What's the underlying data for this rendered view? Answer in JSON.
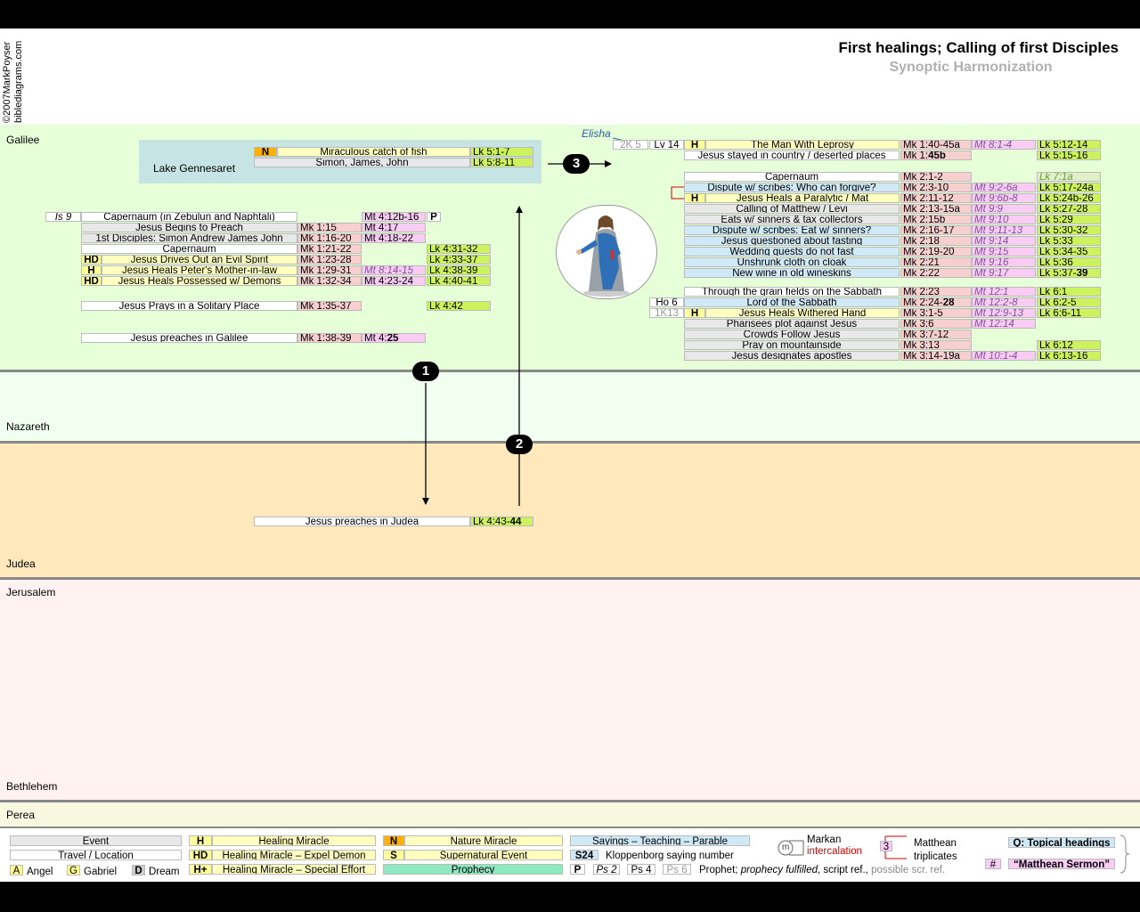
{
  "header": {
    "title": "First healings; Calling of first Disciples",
    "subtitle": "Synoptic Harmonization",
    "copyright_line1": "©2007MarkPoyser",
    "copyright_line2": "biblediagrams.com"
  },
  "regions": {
    "galilee": "Galilee",
    "nazareth": "Nazareth",
    "judea": "Judea",
    "jerusalem": "Jerusalem",
    "bethlehem": "Bethlehem",
    "perea": "Perea"
  },
  "colors": {
    "galilee": "#e7ffd9",
    "nazareth": "#f0fff0",
    "judea": "#ffe8bc",
    "jerusalem": "#fff2f0",
    "bethlehem": "#fff2f0",
    "perea": "#f8f8e0",
    "lake": "#c6e4e4",
    "mark": "#f8cfcf",
    "matthew": "#f9cdf3",
    "luke": "#ccf25e"
  },
  "lake": {
    "label": "Lake Gennesaret",
    "rows": [
      {
        "tag": "N",
        "event": "Miraculous catch of fish",
        "lk": "Lk 5:1-7"
      },
      {
        "event": "Simon, James, John",
        "lk": "Lk 5:8-11"
      }
    ]
  },
  "left_block": {
    "is9": "Is 9",
    "p_tag": "P",
    "rows": [
      {
        "event": "Capernaum (in Zebulun and Naphtali)",
        "mt": "Mt 4:12b-16"
      },
      {
        "event": "Jesus Begins to Preach",
        "mk": "Mk 1:15",
        "mt": "Mt 4:17"
      },
      {
        "event": "1st Disciples: Simon Andrew James John",
        "mk": "Mk 1:16-20",
        "mt": "Mt 4:18-22"
      },
      {
        "event": "Capernaum",
        "mk": "Mk 1:21-22",
        "lk": "Lk 4:31-32"
      },
      {
        "tag": "HD",
        "event": "Jesus Drives Out an Evil Spirit",
        "mk": "Mk 1:23-28",
        "lk": "Lk 4:33-37"
      },
      {
        "tag": "H",
        "event": "Jesus Heals Peter's Mother-in-law",
        "mk": "Mk 1:29-31",
        "mt": "Mt 8:14-15",
        "lk": "Lk 4:38-39"
      },
      {
        "tag": "HD",
        "event": "Jesus Heals Possessed w/ Demons",
        "mk": "Mk 1:32-34",
        "mt": "Mt 4:23-24",
        "lk": "Lk 4:40-41"
      }
    ],
    "prays": {
      "event": "Jesus Prays in a Solitary Place",
      "mk": "Mk 1:35-37",
      "lk": "Lk 4:42"
    },
    "preaches_galilee": {
      "event": "Jesus preaches in Galilee",
      "mk": "Mk 1:38-39",
      "mt_a": "Mt 4:",
      "mt_b": "25"
    }
  },
  "judea_row": {
    "event": "Jesus preaches in Judea",
    "lk_a": "Lk 4:43-",
    "lk_b": "44"
  },
  "markers": [
    "1",
    "2",
    "3"
  ],
  "right_block": {
    "elisha": "Elisha",
    "k2_5": "2K 5",
    "lv14": "Lv 14",
    "ho6": "Ho 6",
    "k1_13": "1K13",
    "leprosy": [
      {
        "tag": "H",
        "event": "The Man With Leprosy",
        "mk": "Mk 1:40-45a",
        "mt": "Mt 8:1-4",
        "lk": "Lk 5:12-14"
      },
      {
        "event": "Jesus stayed in country / deserted places",
        "mk_a": "Mk 1:",
        "mk_b": "45b",
        "lk": "Lk 5:15-16"
      }
    ],
    "capernaum": [
      {
        "event": "Capernaum",
        "mk": "Mk 2:1-2",
        "lk": "Lk 7:1a"
      },
      {
        "event": "Dispute w/ scribes: Who can forgive?",
        "mk": "Mk 2:3-10",
        "mt": "Mt 9:2-6a",
        "lk": "Lk 5:17-24a"
      },
      {
        "tag": "H",
        "event": "Jesus Heals a Paralytic / Mat",
        "mk": "Mk 2:11-12",
        "mt": "Mt 9:6b-8",
        "lk": "Lk 5:24b-26"
      },
      {
        "event": "Calling of Matthew / Levi",
        "mk": "Mk 2:13-15a",
        "mt": "Mt 9:9",
        "lk": "Lk 5:27-28"
      },
      {
        "event": "Eats w/ sinners & tax collectors",
        "mk": "Mk 2:15b",
        "mt": "Mt 9:10",
        "lk": "Lk 5:29"
      },
      {
        "event": "Dispute w/ scribes: Eat w/ sinners?",
        "mk": "Mk 2:16-17",
        "mt": "Mt 9:11-13",
        "lk": "Lk 5:30-32"
      },
      {
        "event": "Jesus questioned about fasting",
        "mk": "Mk 2:18",
        "mt": "Mt 9:14",
        "lk": "Lk 5:33"
      },
      {
        "event": "Wedding guests do not fast",
        "mk": "Mk 2:19-20",
        "mt": "Mt 9:15",
        "lk": "Lk 5:34-35"
      },
      {
        "event": "Unshrunk cloth on cloak",
        "mk": "Mk 2:21",
        "mt": "Mt 9:16",
        "lk": "Lk 5:36"
      },
      {
        "event": "New wine in old wineskins",
        "mk": "Mk 2:22",
        "mt": "Mt 9:17",
        "lk_a": "Lk 5:37-",
        "lk_b": "39"
      }
    ],
    "sabbath": [
      {
        "event": "Through the grain fields on the Sabbath",
        "mk": "Mk 2:23",
        "mt": "Mt 12:1",
        "lk": "Lk 6:1"
      },
      {
        "event": "Lord of the Sabbath",
        "mk_a": "Mk 2:24-",
        "mk_b": "28",
        "mt": "Mt 12:2-8",
        "lk": "Lk 6:2-5"
      },
      {
        "tag": "H",
        "event": "Jesus Heals Withered Hand",
        "mk": "Mk 3:1-5",
        "mt": "Mt 12:9-13",
        "lk": "Lk 6:6-11"
      },
      {
        "event": "Pharisees plot against Jesus",
        "mk": "Mk 3:6",
        "mt": "Mt 12:14"
      },
      {
        "event": "Crowds Follow Jesus",
        "mk": "Mk 3:7-12"
      },
      {
        "event": "Pray on mountainside",
        "mk": "Mk 3:13",
        "lk": "Lk 6:12"
      },
      {
        "event": "Jesus designates apostles",
        "mk": "Mk 3:14-19a",
        "mt": "Mt 10:1-4",
        "lk": "Lk 6:13-16"
      }
    ]
  },
  "legend": {
    "event": "Event",
    "travel": "Travel / Location",
    "angel_tag": "A",
    "angel": "Angel",
    "gabriel_tag": "G",
    "gabriel": "Gabriel",
    "dream_tag": "D",
    "dream": "Dream",
    "h_tag": "H",
    "h": "Healing Miracle",
    "hd_tag": "HD",
    "hd": "Healing Miracle – Expel Demon",
    "hplus_tag": "H+",
    "hplus": "Healing Miracle – Special Effort",
    "n_tag": "N",
    "n": "Nature Miracle",
    "s_tag": "S",
    "s": "Supernatural Event",
    "prophecy": "Prophecy",
    "sayings": "Sayings – Teaching – Parable",
    "s24": "S24",
    "kloppenborg": "Kloppenborg saying number",
    "p_tag": "P",
    "ps2": "Ps 2",
    "ps4": "Ps 4",
    "ps6": "Ps 6",
    "prophet": "Prophet;",
    "prophecy_fulfilled": "prophecy fulfilled",
    "script_ref": ", script ref.,",
    "possible": "possible scr. ref.",
    "markan_m": "m",
    "markan": "Markan",
    "intercalation": "intercalation",
    "three": "3",
    "matthean": "Matthean",
    "triplicates": "triplicates",
    "q_topical": "Q: Topical headings",
    "hash": "#",
    "matthean_sermon": "“Matthean Sermon”"
  }
}
